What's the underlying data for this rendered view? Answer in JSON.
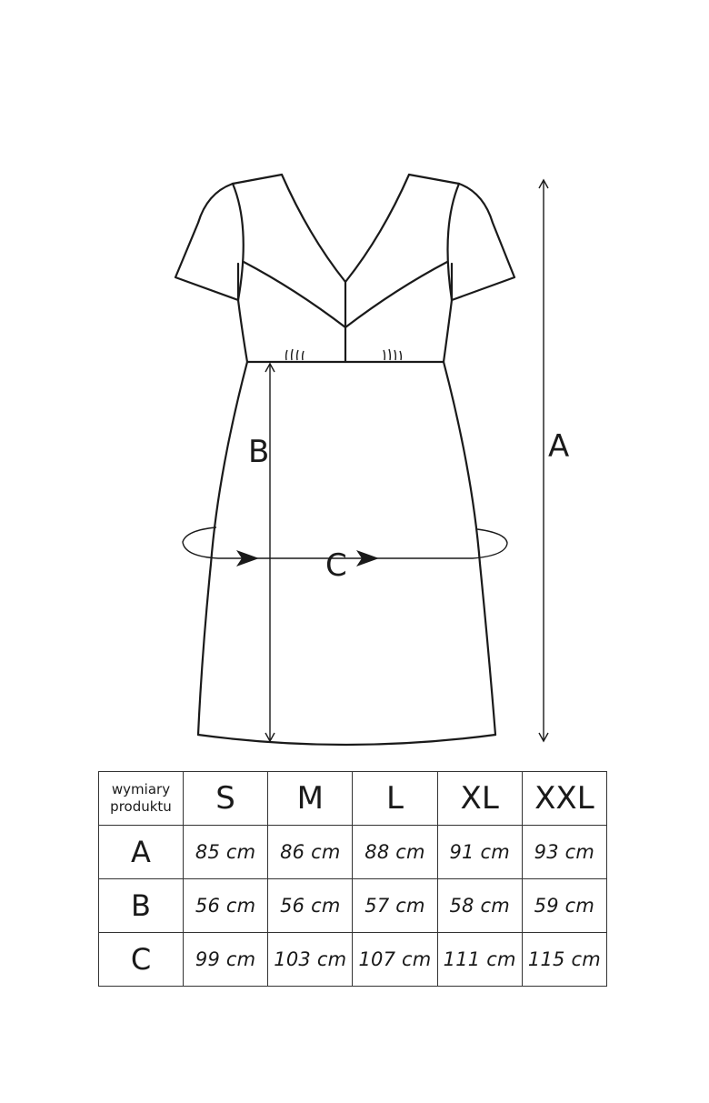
{
  "diagram": {
    "labels": {
      "a": "A",
      "b": "B",
      "c": "C"
    }
  },
  "table": {
    "corner_line1": "wymiary",
    "corner_line2": "produktu",
    "sizes": [
      "S",
      "M",
      "L",
      "XL",
      "XXL"
    ],
    "rows": [
      {
        "label": "A",
        "values": [
          "85 cm",
          "86 cm",
          "88 cm",
          "91 cm",
          "93 cm"
        ]
      },
      {
        "label": "B",
        "values": [
          "56 cm",
          "56 cm",
          "57 cm",
          "58 cm",
          "59 cm"
        ]
      },
      {
        "label": "C",
        "values": [
          "99 cm",
          "103 cm",
          "107 cm",
          "111 cm",
          "115 cm"
        ]
      }
    ]
  }
}
